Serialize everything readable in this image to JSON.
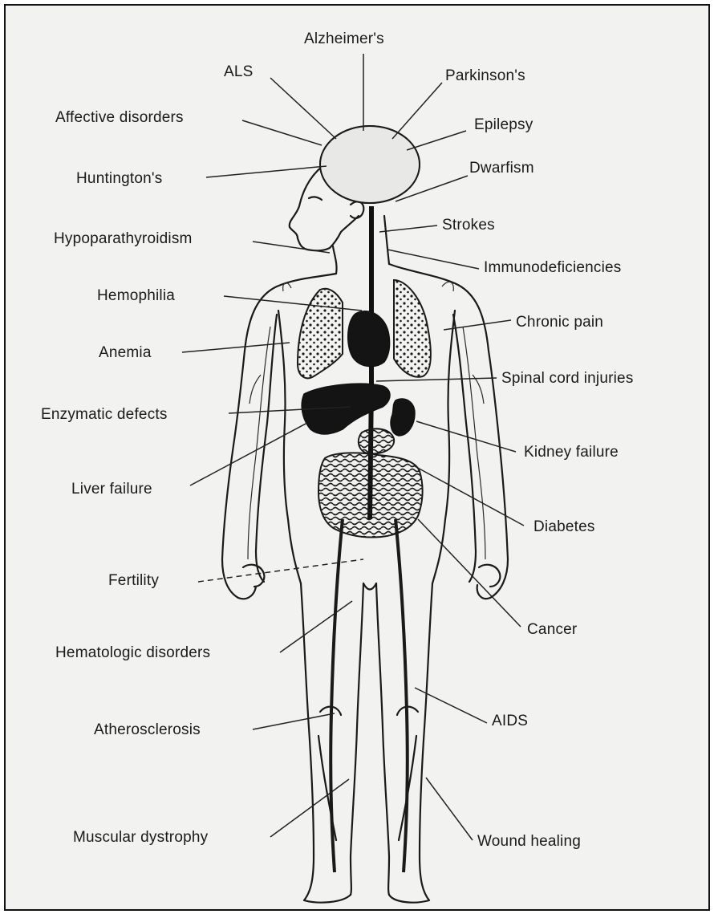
{
  "colors": {
    "background": "#f2f2f1",
    "ink": "#1a1a1a"
  },
  "labels": {
    "alzheimers": "Alzheimer's",
    "als": "ALS",
    "parkinsons": "Parkinson's",
    "affective_disorders": "Affective disorders",
    "epilepsy": "Epilepsy",
    "huntingtons": "Huntington's",
    "dwarfism": "Dwarfism",
    "strokes": "Strokes",
    "hypoparathyroidism": "Hypoparathyroidism",
    "immunodeficiencies": "Immunodeficiencies",
    "hemophilia": "Hemophilia",
    "chronic_pain": "Chronic pain",
    "anemia": "Anemia",
    "spinal_cord_injuries": "Spinal cord injuries",
    "enzymatic_defects": "Enzymatic defects",
    "kidney_failure": "Kidney failure",
    "liver_failure": "Liver failure",
    "diabetes": "Diabetes",
    "fertility": "Fertility",
    "cancer": "Cancer",
    "hematologic_disorders": "Hematologic disorders",
    "aids": "AIDS",
    "atherosclerosis": "Atherosclerosis",
    "muscular_dystrophy": "Muscular dystrophy",
    "wound_healing": "Wound healing"
  }
}
